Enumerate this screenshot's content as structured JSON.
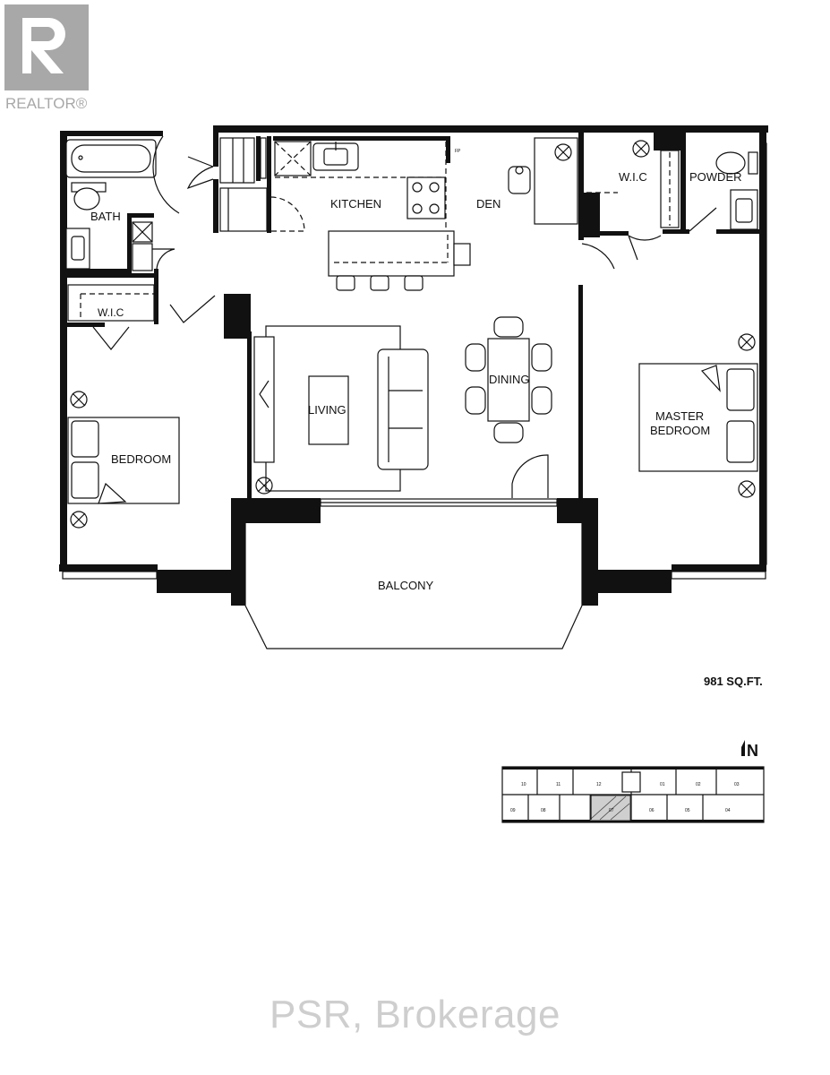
{
  "logo": {
    "text": "REALTOR®"
  },
  "rooms": {
    "bath": "BATH",
    "wic_left": "W.I.C",
    "bedroom": "BEDROOM",
    "kitchen": "KITCHEN",
    "living": "LIVING",
    "den": "DEN",
    "dining": "DINING",
    "wic_right": "W.I.C",
    "powder": "POWDER",
    "master": [
      "MASTER",
      "BEDROOM"
    ],
    "balcony": "BALCONY"
  },
  "fp_label": "FP",
  "area": "981 SQ.FT.",
  "north": "N",
  "key_plan": {
    "units": [
      "10",
      "11",
      "12",
      "01",
      "02",
      "03",
      "09",
      "08",
      "07",
      "06",
      "05",
      "04"
    ],
    "highlighted": "07"
  },
  "watermark": "PSR, Brokerage"
}
